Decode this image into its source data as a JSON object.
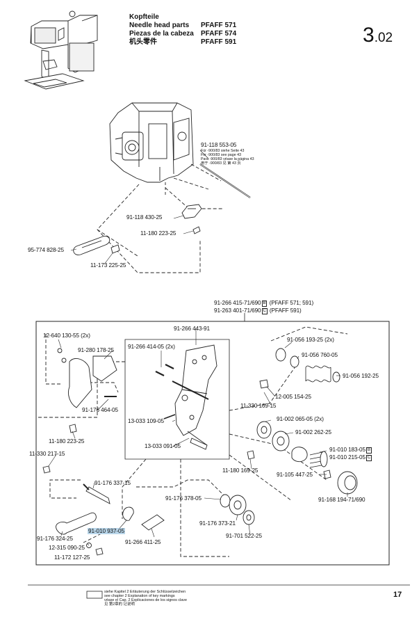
{
  "header": {
    "title_de": "Kopfteile",
    "title_en": "Needle head parts",
    "title_es": "Piezas de la cabeza",
    "title_zh": "机头零件",
    "model_1": "PFAFF 571",
    "model_2": "PFAFF 574",
    "model_3": "PFAFF 591",
    "section_major": "3",
    "section_minor": ".02"
  },
  "parts": {
    "p01": "91-118 553-05",
    "p01_notes": [
      "Für -900/83 siehe Seite 43",
      "For -900/83 see page 43",
      "Para -900/83 véase la página 43",
      "用于 -900/83 见 第 43 页"
    ],
    "p02": "91-118 430-25",
    "p03": "11-180 223-25",
    "p04": "95-774 828-25",
    "p05": "11-173 225-25",
    "p06": "91-266 415-71/690",
    "p06_key": "B",
    "p06_note": "(PFAFF 571; 591)",
    "p07": "91-263 401-71/690",
    "p07_key": "C",
    "p07_note": "(PFAFF 591)",
    "p08": "91-266 443-91",
    "p09": "12-640 130-55 (2x)",
    "p10": "91-266 414-05 (2x)",
    "p11": "91-280 178-25",
    "p12": "91-056 193-25 (2x)",
    "p13": "91-056 760-05",
    "p14": "91-056 192-25",
    "p15": "12-005 154-25",
    "p16": "11-330 169-15",
    "p17": "91-176 464-05",
    "p18": "13-033 109-05",
    "p19": "91-002 065-05 (2x)",
    "p20": "91-002 262-25",
    "p21": "11-180 223-25",
    "p22": "13-033 091-05",
    "p23": "91-010 183-05",
    "p23_key": "B",
    "p24": "91-010 215-05",
    "p24_key": "C",
    "p25": "11-330 217-15",
    "p26": "11-180 169-25",
    "p27": "91-105 447-25",
    "p28": "91-176 337-15",
    "p29": "91-176 378-05",
    "p30": "91-168 194-71/690",
    "p31": "91-176 373-21",
    "p32": "91-010 937-05",
    "p33": "91-176 324-25",
    "p34": "12-315 090-25",
    "p35": "91-266 411-25",
    "p36": "91-701 522-25",
    "p37": "11-172 127-25"
  },
  "footer": {
    "legend": [
      "siehe Kapitel 2 Erläuterung der Schlüsselzeichen",
      "see chapter 2 Explanation of key markings",
      "véase el Cap. 2 Explicaciones de los signos clave",
      "见 第2章的 记说明"
    ],
    "page": "17"
  }
}
